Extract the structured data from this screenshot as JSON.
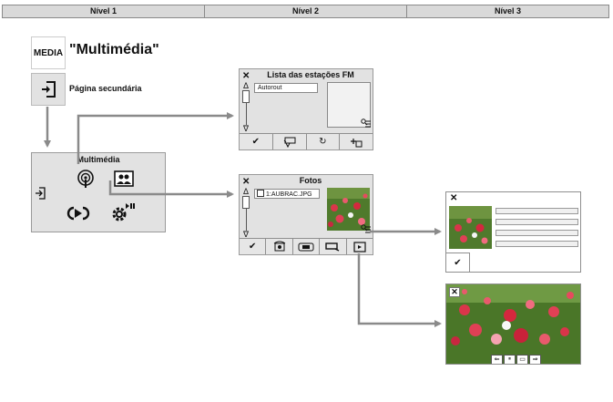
{
  "header": {
    "levels": [
      "Nível 1",
      "Nível 2",
      "Nível 3"
    ]
  },
  "level1": {
    "media_key": "MEDIA",
    "media_title": "\"Multimédia\"",
    "secondary_label": "Página secundária"
  },
  "multimedia_panel": {
    "title": "Multimédia",
    "icons": [
      "radio-icon",
      "photo-icon",
      "source-icon",
      "settings-icon",
      "exit-icon"
    ]
  },
  "fm_panel": {
    "title": "Lista das estações FM",
    "field": "Autorout",
    "buttons": [
      "check-icon",
      "memory-icon",
      "refresh-icon",
      "radio-options-icon"
    ]
  },
  "photos_panel": {
    "title": "Fotos",
    "field": "1:AUBRAC.JPG",
    "buttons": [
      "check-icon",
      "rotate-icon",
      "view-mode-icon",
      "slideshow-icon",
      "fullscreen-icon"
    ]
  },
  "photo_detail_panel": {
    "buttons": [
      "check-icon"
    ]
  },
  "fullscreen_panel": {
    "controls": [
      "previous-icon",
      "pause-icon",
      "info-icon",
      "next-icon"
    ]
  },
  "glyphs": {
    "close": "✕",
    "check": "✔",
    "up": "Δ",
    "down": "∇",
    "prev": "⇐",
    "pause": "⏸",
    "next": "⇒",
    "refresh": "↻",
    "screen": "▭"
  },
  "colors": {
    "arrow": "#8a8a8a",
    "panel_gray": "#e2e2e2",
    "header_gray": "#d9d9d9"
  }
}
